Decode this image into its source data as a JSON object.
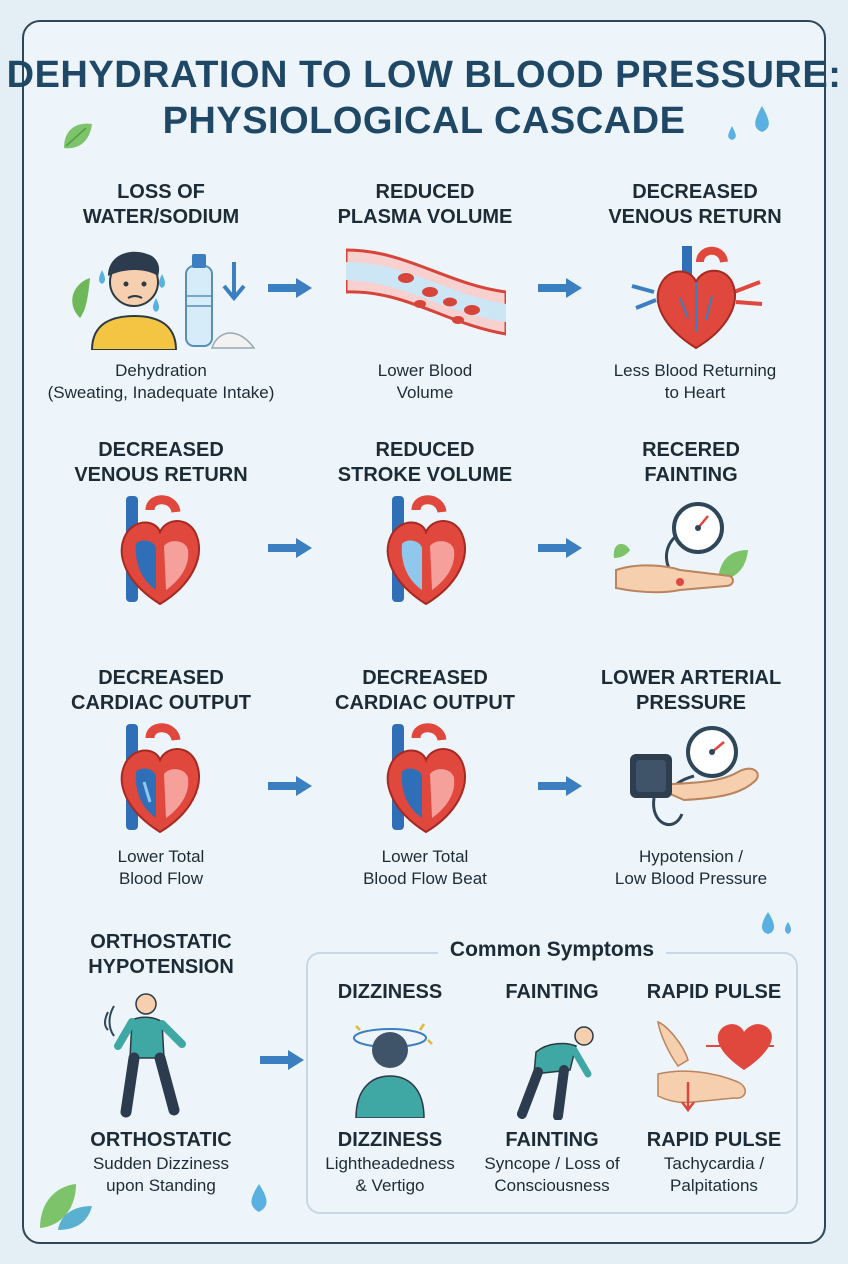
{
  "title": {
    "line1": "DEHYDRATION TO LOW BLOOD PRESSURE:",
    "line2": "PHYSIOLOGICAL CASCADE"
  },
  "row1": [
    {
      "heading": [
        "LOSS OF",
        "WATER/SODIUM"
      ],
      "caption": [
        "Dehydration",
        "(Sweating, Inadequate Intake)"
      ]
    },
    {
      "heading": [
        "REDUCED",
        "PLASMA VOLUME"
      ],
      "caption": [
        "Lower Blood",
        "Volume"
      ]
    },
    {
      "heading": [
        "DECREASED",
        "VENOUS RETURN"
      ],
      "caption": [
        "Less Blood Returning",
        "to Heart"
      ]
    }
  ],
  "row2": [
    {
      "heading": [
        "DECREASED",
        "VENOUS RETURN"
      ]
    },
    {
      "heading": [
        "REDUCED",
        "STROKE VOLUME"
      ]
    },
    {
      "heading": [
        "RECERED",
        "FAINTING"
      ]
    }
  ],
  "row3": [
    {
      "heading": [
        "DECREASED",
        "CARDIAC OUTPUT"
      ],
      "caption": [
        "Lower Total",
        "Blood Flow"
      ]
    },
    {
      "heading": [
        "DECREASED",
        "CARDIAC OUTPUT"
      ],
      "caption": [
        "Lower Total",
        "Blood Flow Beat"
      ]
    },
    {
      "heading": [
        "LOWER ARTERIAL",
        "PRESSURE"
      ],
      "caption": [
        "Hypotension /",
        "Low Blood Pressure"
      ]
    }
  ],
  "orthostatic": {
    "heading": [
      "ORTHOSTATIC",
      "HYPOTENSION"
    ],
    "label": "ORTHOSTATIC",
    "caption": [
      "Sudden Dizziness",
      "upon Standing"
    ]
  },
  "symptoms": {
    "title": "Common Symptoms",
    "items": [
      {
        "heading": "DIZZINESS",
        "label": "DIZZINESS",
        "caption": [
          "Lightheadedness",
          "& Vertigo"
        ]
      },
      {
        "heading": "FAINTING",
        "label": "FAINTING",
        "caption": [
          "Syncope / Loss of",
          "Consciousness"
        ]
      },
      {
        "heading": "RAPID PULSE",
        "label": "RAPID PULSE",
        "caption": [
          "Tachycardia /",
          "Palpitations"
        ]
      }
    ]
  },
  "colors": {
    "title": "#1f4866",
    "arrow": "#3b7fc0",
    "heart_red": "#e0473d",
    "vein_blue": "#2f6fb8",
    "leaf_green": "#6fb85a",
    "water_drop": "#5ab0e0"
  }
}
